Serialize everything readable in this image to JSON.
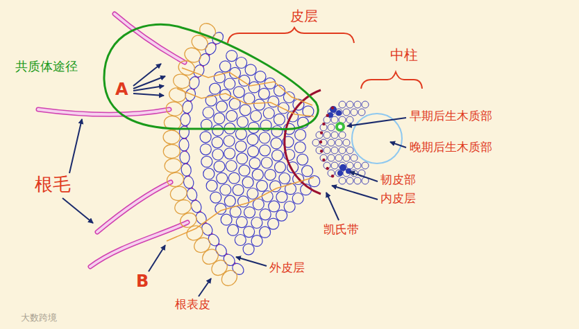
{
  "diagram": {
    "labels": [
      "皮层",
      "中柱",
      "共质体途径",
      "早期后生木质部",
      "A",
      "晚期后生木质部",
      "根毛",
      "韧皮部",
      "内皮层",
      "凯氏带",
      "B",
      "外皮层",
      "根表皮",
      "大数跨境"
    ]
  }
}
